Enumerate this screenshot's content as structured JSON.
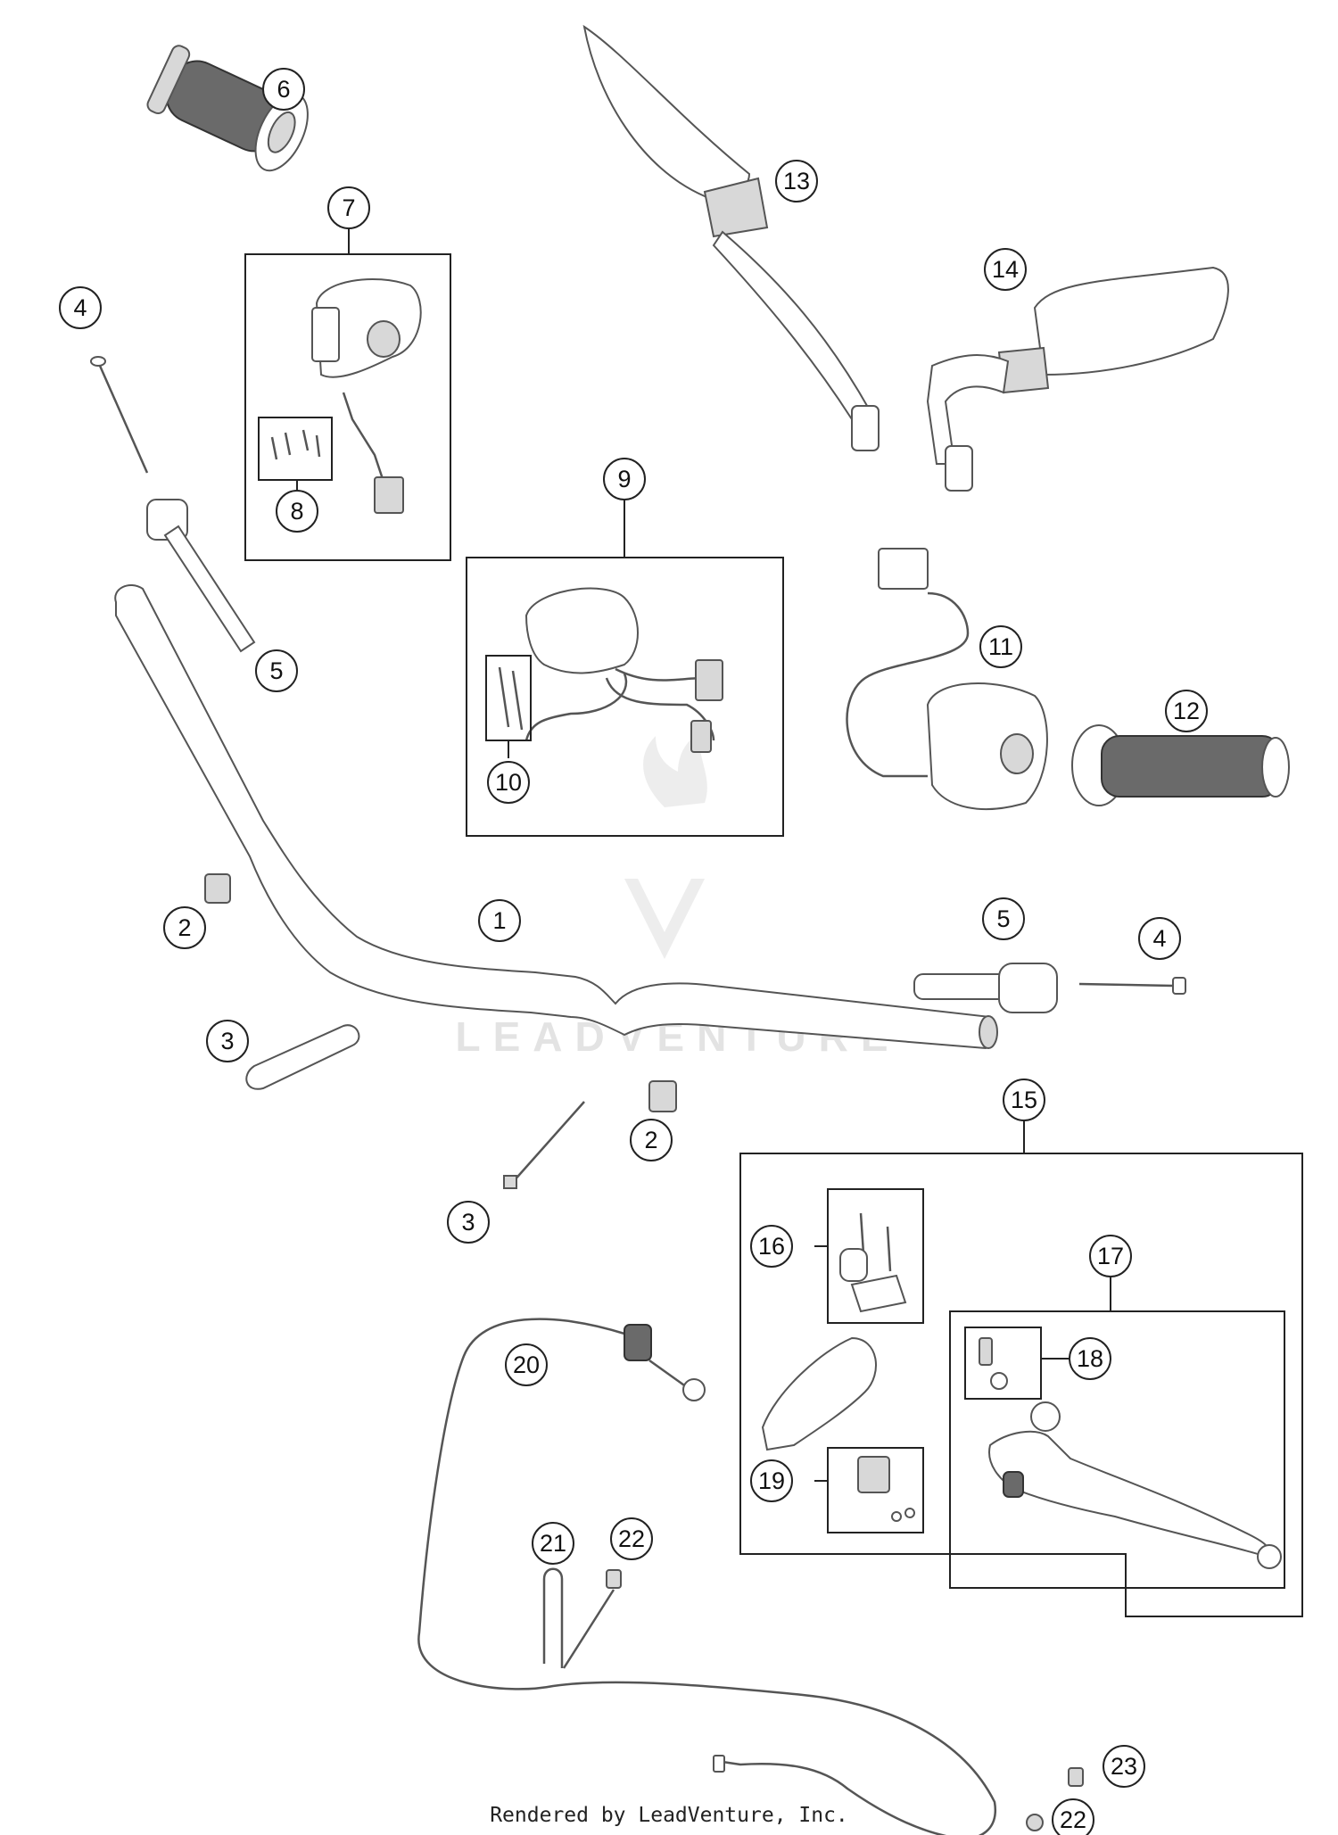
{
  "callouts": [
    {
      "id": "c1",
      "label": "1"
    },
    {
      "id": "c2a",
      "label": "2"
    },
    {
      "id": "c2b",
      "label": "2"
    },
    {
      "id": "c3a",
      "label": "3"
    },
    {
      "id": "c3b",
      "label": "3"
    },
    {
      "id": "c4a",
      "label": "4"
    },
    {
      "id": "c4b",
      "label": "4"
    },
    {
      "id": "c5a",
      "label": "5"
    },
    {
      "id": "c5b",
      "label": "5"
    },
    {
      "id": "c6",
      "label": "6"
    },
    {
      "id": "c7",
      "label": "7"
    },
    {
      "id": "c8",
      "label": "8"
    },
    {
      "id": "c9",
      "label": "9"
    },
    {
      "id": "c10",
      "label": "10"
    },
    {
      "id": "c11",
      "label": "11"
    },
    {
      "id": "c12",
      "label": "12"
    },
    {
      "id": "c13",
      "label": "13"
    },
    {
      "id": "c14",
      "label": "14"
    },
    {
      "id": "c15",
      "label": "15"
    },
    {
      "id": "c16",
      "label": "16"
    },
    {
      "id": "c17",
      "label": "17"
    },
    {
      "id": "c18",
      "label": "18"
    },
    {
      "id": "c19",
      "label": "19"
    },
    {
      "id": "c20",
      "label": "20"
    },
    {
      "id": "c21",
      "label": "21"
    },
    {
      "id": "c22a",
      "label": "22"
    },
    {
      "id": "c22b",
      "label": "22"
    },
    {
      "id": "c23",
      "label": "23"
    }
  ],
  "watermark": "LEADVENTURE",
  "footer": "Rendered by LeadVenture, Inc."
}
